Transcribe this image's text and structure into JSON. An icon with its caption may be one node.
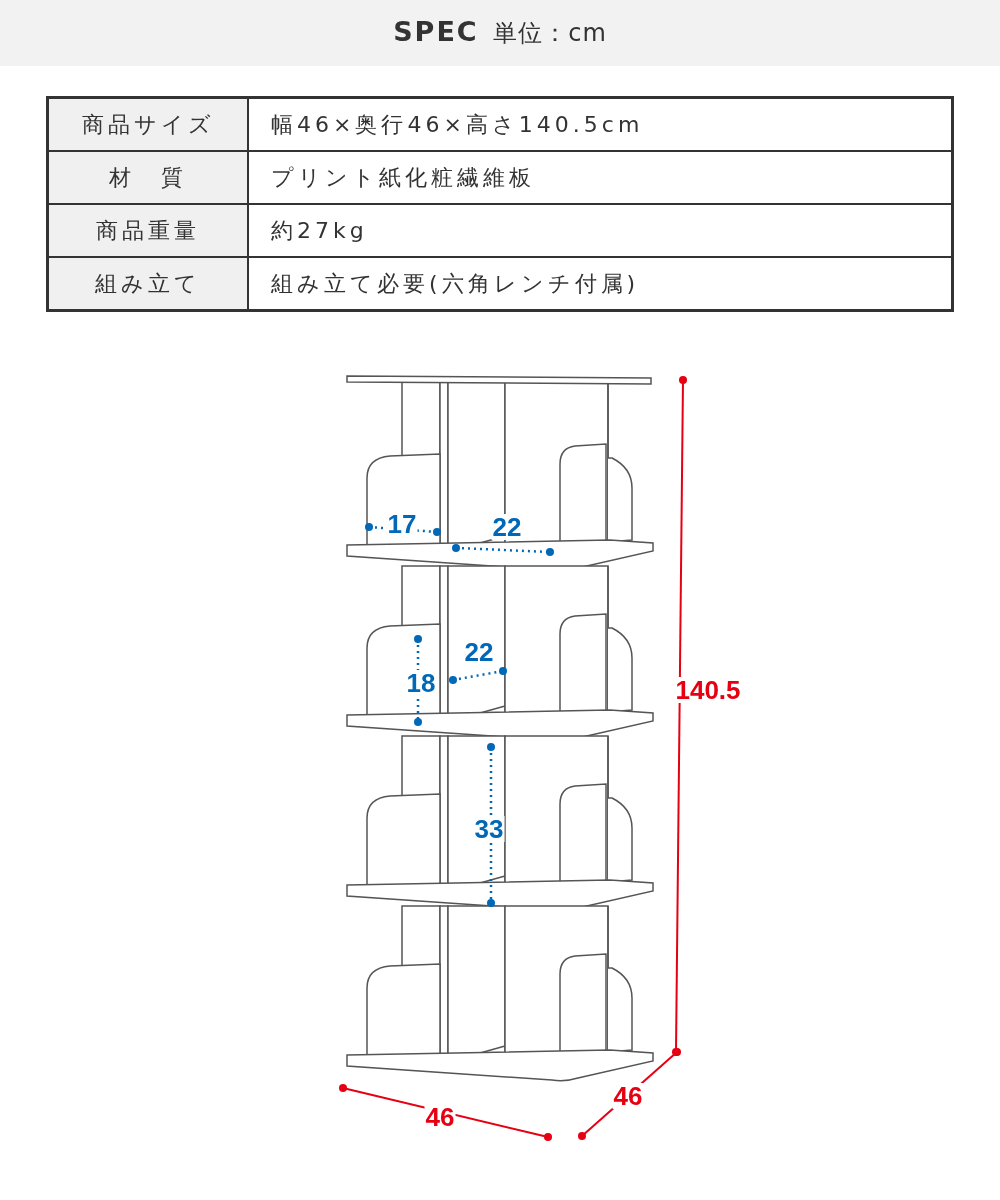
{
  "diagram": {
    "title": "**SPEC** 単位：cm",
    "labels": [
      "商品サイズ",
      "幅46×奥行46×高さ140.5cm",
      "材　質",
      "プリント紙化粧繊維板",
      "商品重量",
      "約27kg",
      "組み立て",
      "組み立て必要(六角レンチ付属)",
      "17",
      "22",
      "18",
      "22",
      "33",
      "140.5",
      "46",
      "46"
    ]
  }
}
